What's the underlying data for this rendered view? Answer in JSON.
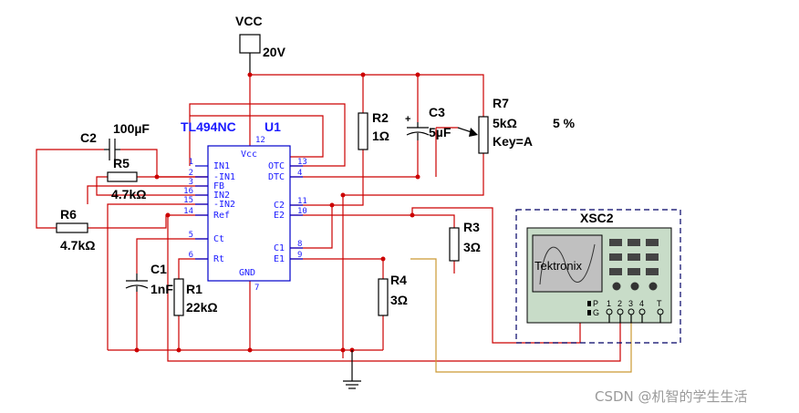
{
  "source": {
    "label": "VCC",
    "value": "20V"
  },
  "ic": {
    "part": "TL494NC",
    "ref": "U1",
    "vcc_label": "Vcc",
    "gnd_label": "GND",
    "vcc_pin": "12",
    "gnd_pin": "7",
    "left_pins": [
      {
        "num": "1",
        "name": "IN1"
      },
      {
        "num": "2",
        "name": "-IN1"
      },
      {
        "num": "3",
        "name": "FB"
      },
      {
        "num": "16",
        "name": "IN2"
      },
      {
        "num": "15",
        "name": "-IN2"
      },
      {
        "num": "14",
        "name": "Ref"
      },
      {
        "num": "5",
        "name": "Ct"
      },
      {
        "num": "6",
        "name": "Rt"
      }
    ],
    "right_pins": [
      {
        "num": "13",
        "name": "OTC"
      },
      {
        "num": "4",
        "name": "DTC"
      },
      {
        "num": "11",
        "name": "C2"
      },
      {
        "num": "10",
        "name": "E2"
      },
      {
        "num": "8",
        "name": "C1"
      },
      {
        "num": "9",
        "name": "E1"
      }
    ]
  },
  "components": {
    "c2": {
      "ref": "C2",
      "value": "100µF"
    },
    "r5": {
      "ref": "R5",
      "value": "4.7kΩ"
    },
    "r6": {
      "ref": "R6",
      "value": "4.7kΩ"
    },
    "c1": {
      "ref": "C1",
      "value": "1nF"
    },
    "r1": {
      "ref": "R1",
      "value": "22kΩ"
    },
    "r2": {
      "ref": "R2",
      "value": "1Ω"
    },
    "c3": {
      "ref": "C3",
      "value": "5µF",
      "polarity": "+"
    },
    "r7": {
      "ref": "R7",
      "value": "5kΩ",
      "key": "Key=A",
      "setting": "5 %"
    },
    "r3": {
      "ref": "R3",
      "value": "3Ω"
    },
    "r4": {
      "ref": "R4",
      "value": "3Ω"
    }
  },
  "scope": {
    "ref": "XSC2",
    "brand": "Tektronix",
    "pin_p": "P",
    "pin_g": "G",
    "channels": [
      "1",
      "2",
      "3",
      "4"
    ],
    "trigger": "T"
  },
  "watermark": "CSDN @机智的学生生活",
  "colors": {
    "wire": "#cc0000",
    "probe_wire": "#cc9933",
    "ic_outline": "#0000cc",
    "ic_text": "#1a1aff",
    "scope_face": "#c8dcc8",
    "scope_screen": "#c0c0c0"
  }
}
